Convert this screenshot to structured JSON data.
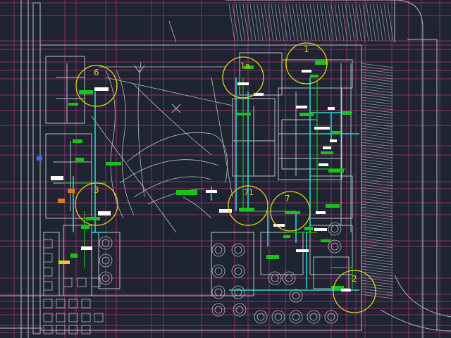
{
  "drawing": {
    "background": "#1e2430",
    "colors": {
      "grid": "#a0307a",
      "linework": "#b9bec6",
      "dim_linework": "#7d838d",
      "cyan": "#28d7d0",
      "green": "#19c419",
      "yellow": "#e1d21e",
      "white": "#ffffff",
      "orange": "#e07820",
      "blue": "#3a6bff"
    },
    "axis_labels": {
      "y": "Y",
      "x": "X"
    },
    "callouts": [
      {
        "id": "c1",
        "label": "1"
      },
      {
        "id": "c1a",
        "label": "1a"
      },
      {
        "id": "c6",
        "label": "6"
      },
      {
        "id": "c3",
        "label": "3"
      },
      {
        "id": "c71",
        "label": "71"
      },
      {
        "id": "c7",
        "label": "7"
      },
      {
        "id": "c2",
        "label": "2"
      }
    ]
  }
}
